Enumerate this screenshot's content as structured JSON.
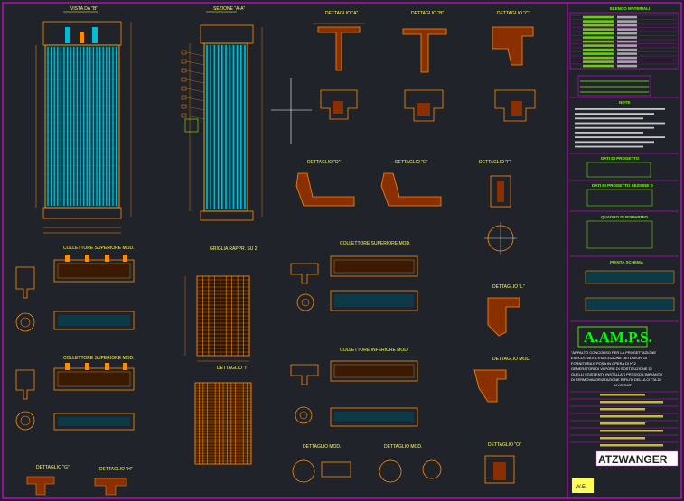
{
  "views": {
    "vista_a": "VISTA DA \"B\"",
    "sezione_a": "SEZIONE \"A-A\"",
    "dett_a": "DETTAGLIO \"A\"",
    "dett_b": "DETTAGLIO \"B\"",
    "dett_c": "DETTAGLIO \"C\"",
    "dett_d": "DETTAGLIO \"D\"",
    "dett_e": "DETTAGLIO \"E\"",
    "dett_f": "DETTAGLIO \"F\"",
    "collettore_1": "COLLETTORE SUPERIORE MOD.",
    "collettore_2": "COLLETTORE SUPERIORE MOD.",
    "collettore_3": "COLLETTORE SUPERIORE MOD.",
    "collettore_4": "COLLETTORE INFERIORE MOD.",
    "griglia": "GRIGLIA RAPPR. SU 2",
    "dett_g": "DETTAGLIO \"G\"",
    "dett_h": "DETTAGLIO \"H\"",
    "dett_i": "DETTAGLIO \"I\"",
    "dett_l": "DETTAGLIO \"L\"",
    "dett_m": "DETTAGLIO MOD.",
    "dett_n": "DETTAGLIO MOD.",
    "dett_o": "DETTAGLIO \"O\""
  },
  "title_block": {
    "elenco": "ELENCO MATERIALI",
    "note": "NOTE",
    "dati_1": "DATI DI PROGETTO",
    "dati_2": "DATI DI PROGETTO SEZIONE D",
    "dati_3": "QUADRO DI RISPARMIO",
    "pianta": "PIANTA SCHEMA",
    "client": "A.AM.P.S.",
    "desc_1": "\"APPALTO CONCORSO PER LA PROGETTAZIONE",
    "desc_2": "ESECUTIVA E L'ESECUZIONE DEI LAVORI DI",
    "desc_3": "FORNITURA E POSA IN OPERA DI N°2",
    "desc_4": "GENERATORI DI VAPORE DI SOSTITUZIONE DI",
    "desc_5": "QUELLI ESISTENTI, INSTALLATI PRESSO L'IMPIANTO",
    "desc_6": "DI TERMOVALORIZZAZIONE RIFIUTI DELLA CITTA DI",
    "desc_7": "LIVORNO\"",
    "brand": "ATZWANGER",
    "stamp": "W.E."
  },
  "colors": {
    "bg": "#21232a",
    "line": "#ff8c00",
    "tube": "#00bcd4",
    "border": "#ff00ff",
    "text": "#ffff55"
  }
}
